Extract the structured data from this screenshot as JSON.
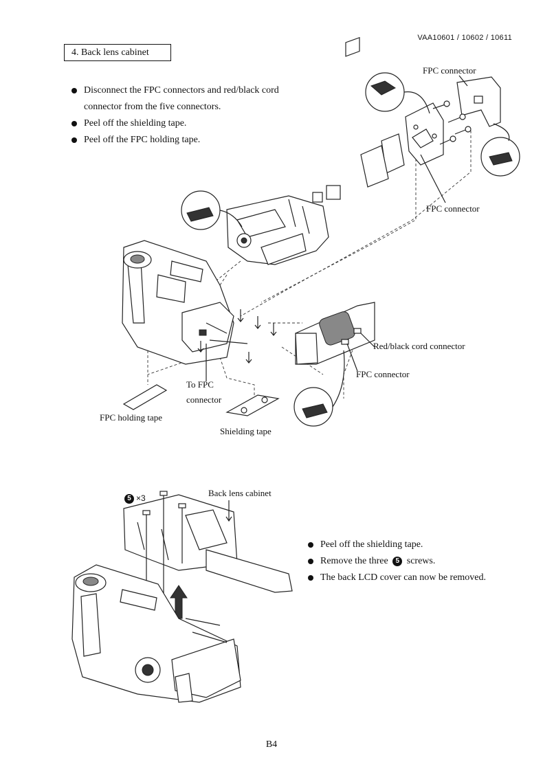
{
  "header": {
    "model_numbers": "VAA10601 / 10602 / 10611"
  },
  "section": {
    "title": "4.  Back lens cabinet"
  },
  "steps_top": [
    "Disconnect the FPC connectors and red/black cord connector from the five connectors.",
    "Peel off the shielding tape.",
    "Peel off the FPC holding tape."
  ],
  "diagram_top": {
    "labels": {
      "fpc_connector_top": "FPC connector",
      "fpc_connector_mid": "FPC connector",
      "red_black_cord": "Red/black cord connector",
      "fpc_connector_low": "FPC connector",
      "to_fpc": "To FPC",
      "connector": "connector",
      "fpc_holding_tape": "FPC holding tape",
      "shielding_tape": "Shielding tape"
    }
  },
  "diagram_bottom": {
    "labels": {
      "screw_count_symbol": "5",
      "screw_count": "×3",
      "back_lens_cabinet": "Back lens cabinet"
    }
  },
  "steps_bottom": {
    "step1": "Peel off the shielding tape.",
    "step2_before": "Remove the three",
    "step2_symbol": "5",
    "step2_after": "screws.",
    "step3": "The back LCD cover can now be removed."
  },
  "footer": {
    "page_number": "B4"
  }
}
